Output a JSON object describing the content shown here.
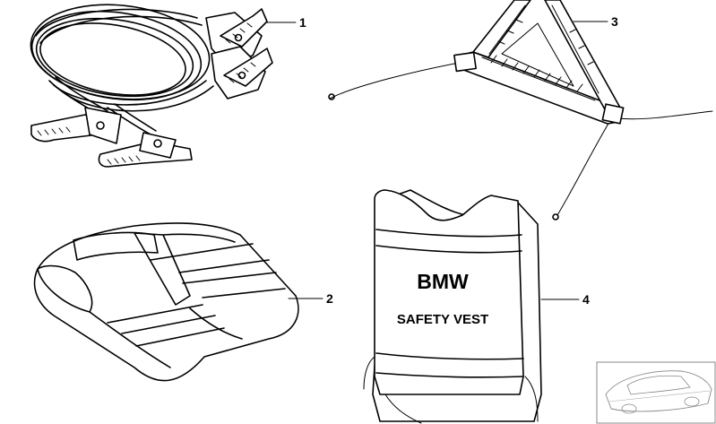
{
  "callouts": {
    "c1": "1",
    "c2": "2",
    "c3": "3",
    "c4": "4"
  },
  "vest": {
    "brand": "BMW",
    "label": "SAFETY VEST"
  },
  "parts": [
    {
      "number": "1",
      "icon": "jumper-cables-icon"
    },
    {
      "number": "2",
      "icon": "folded-safety-vest-icon"
    },
    {
      "number": "3",
      "icon": "warning-triangle-icon"
    },
    {
      "number": "4",
      "icon": "safety-vest-icon"
    }
  ],
  "thumbnail": {
    "icon": "car-outline-icon"
  }
}
